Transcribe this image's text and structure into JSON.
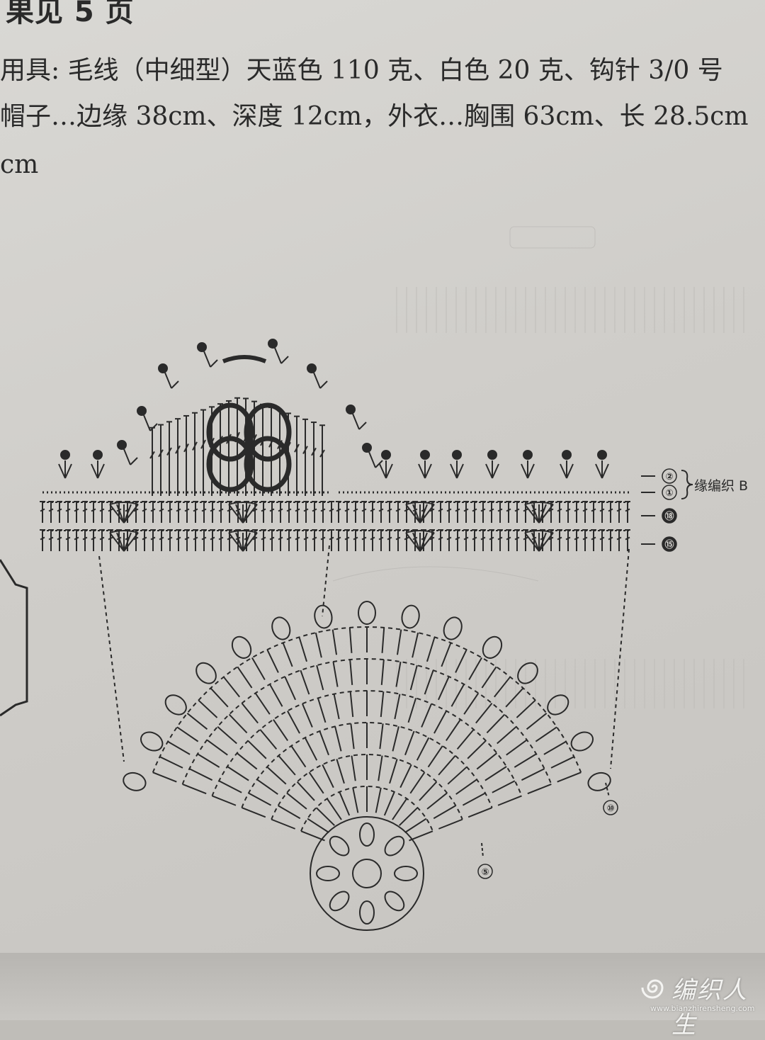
{
  "header": {
    "reference": "果见 5 页",
    "materials_line": "用具: 毛线（中细型）天蓝色 110 克、白色 20 克、钩针 3/0 号",
    "size_line": "帽子…边缘 38cm、深度 12cm，外衣…胸围 63cm、长 28.5cm",
    "size_line_cont": "cm"
  },
  "diagram": {
    "edge_label": "缘编织 B",
    "row_markers": [
      "②",
      "①",
      "⑱",
      "⑮"
    ],
    "fan_row_markers": [
      "⑩",
      "⑤"
    ]
  },
  "watermark": {
    "title": "编织人生",
    "url": "www.bianzhirensheng.com"
  },
  "colors": {
    "ink": "#2a2a2a",
    "paper": "#d4d2ce"
  }
}
